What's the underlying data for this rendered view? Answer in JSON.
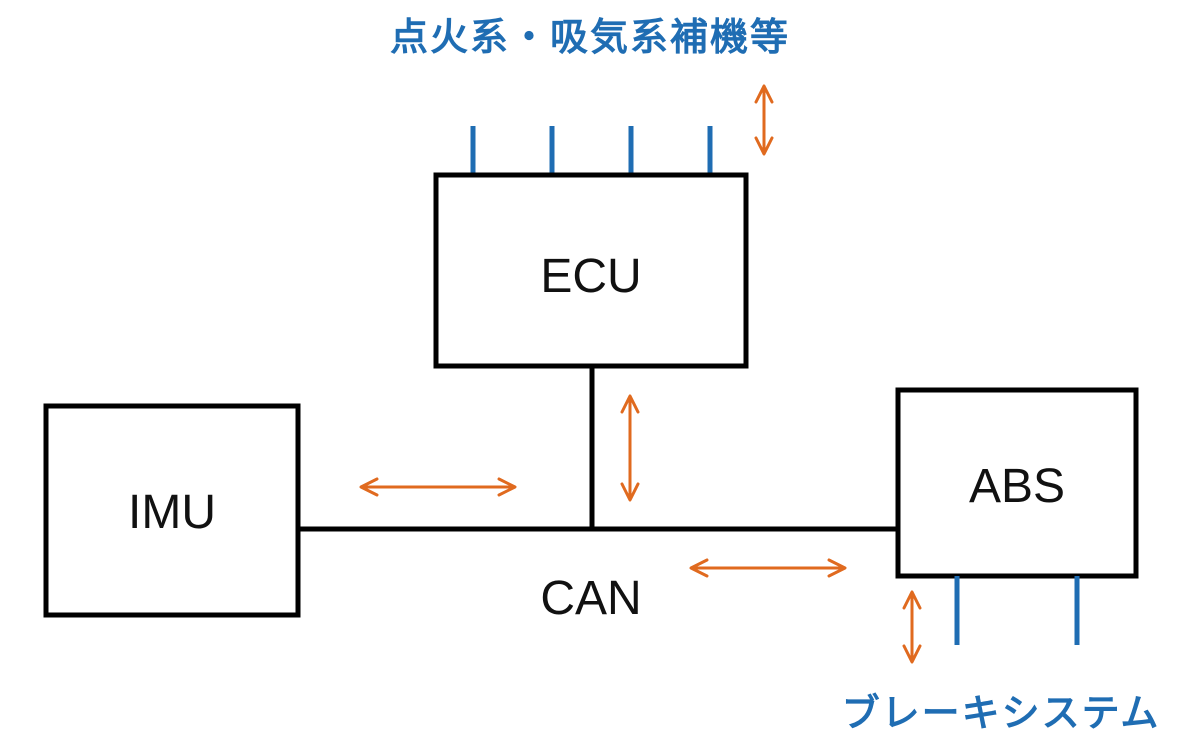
{
  "colors": {
    "line": "#000000",
    "pin": "#1f6db3",
    "arrow": "#e06a1f",
    "label_blue": "#1f6db3"
  },
  "labels": {
    "ecu": "ECU",
    "imu": "IMU",
    "abs": "ABS",
    "can": "CAN",
    "engine_aux": "点火系・吸気系補機等",
    "brake_system": "ブレーキシステム"
  }
}
